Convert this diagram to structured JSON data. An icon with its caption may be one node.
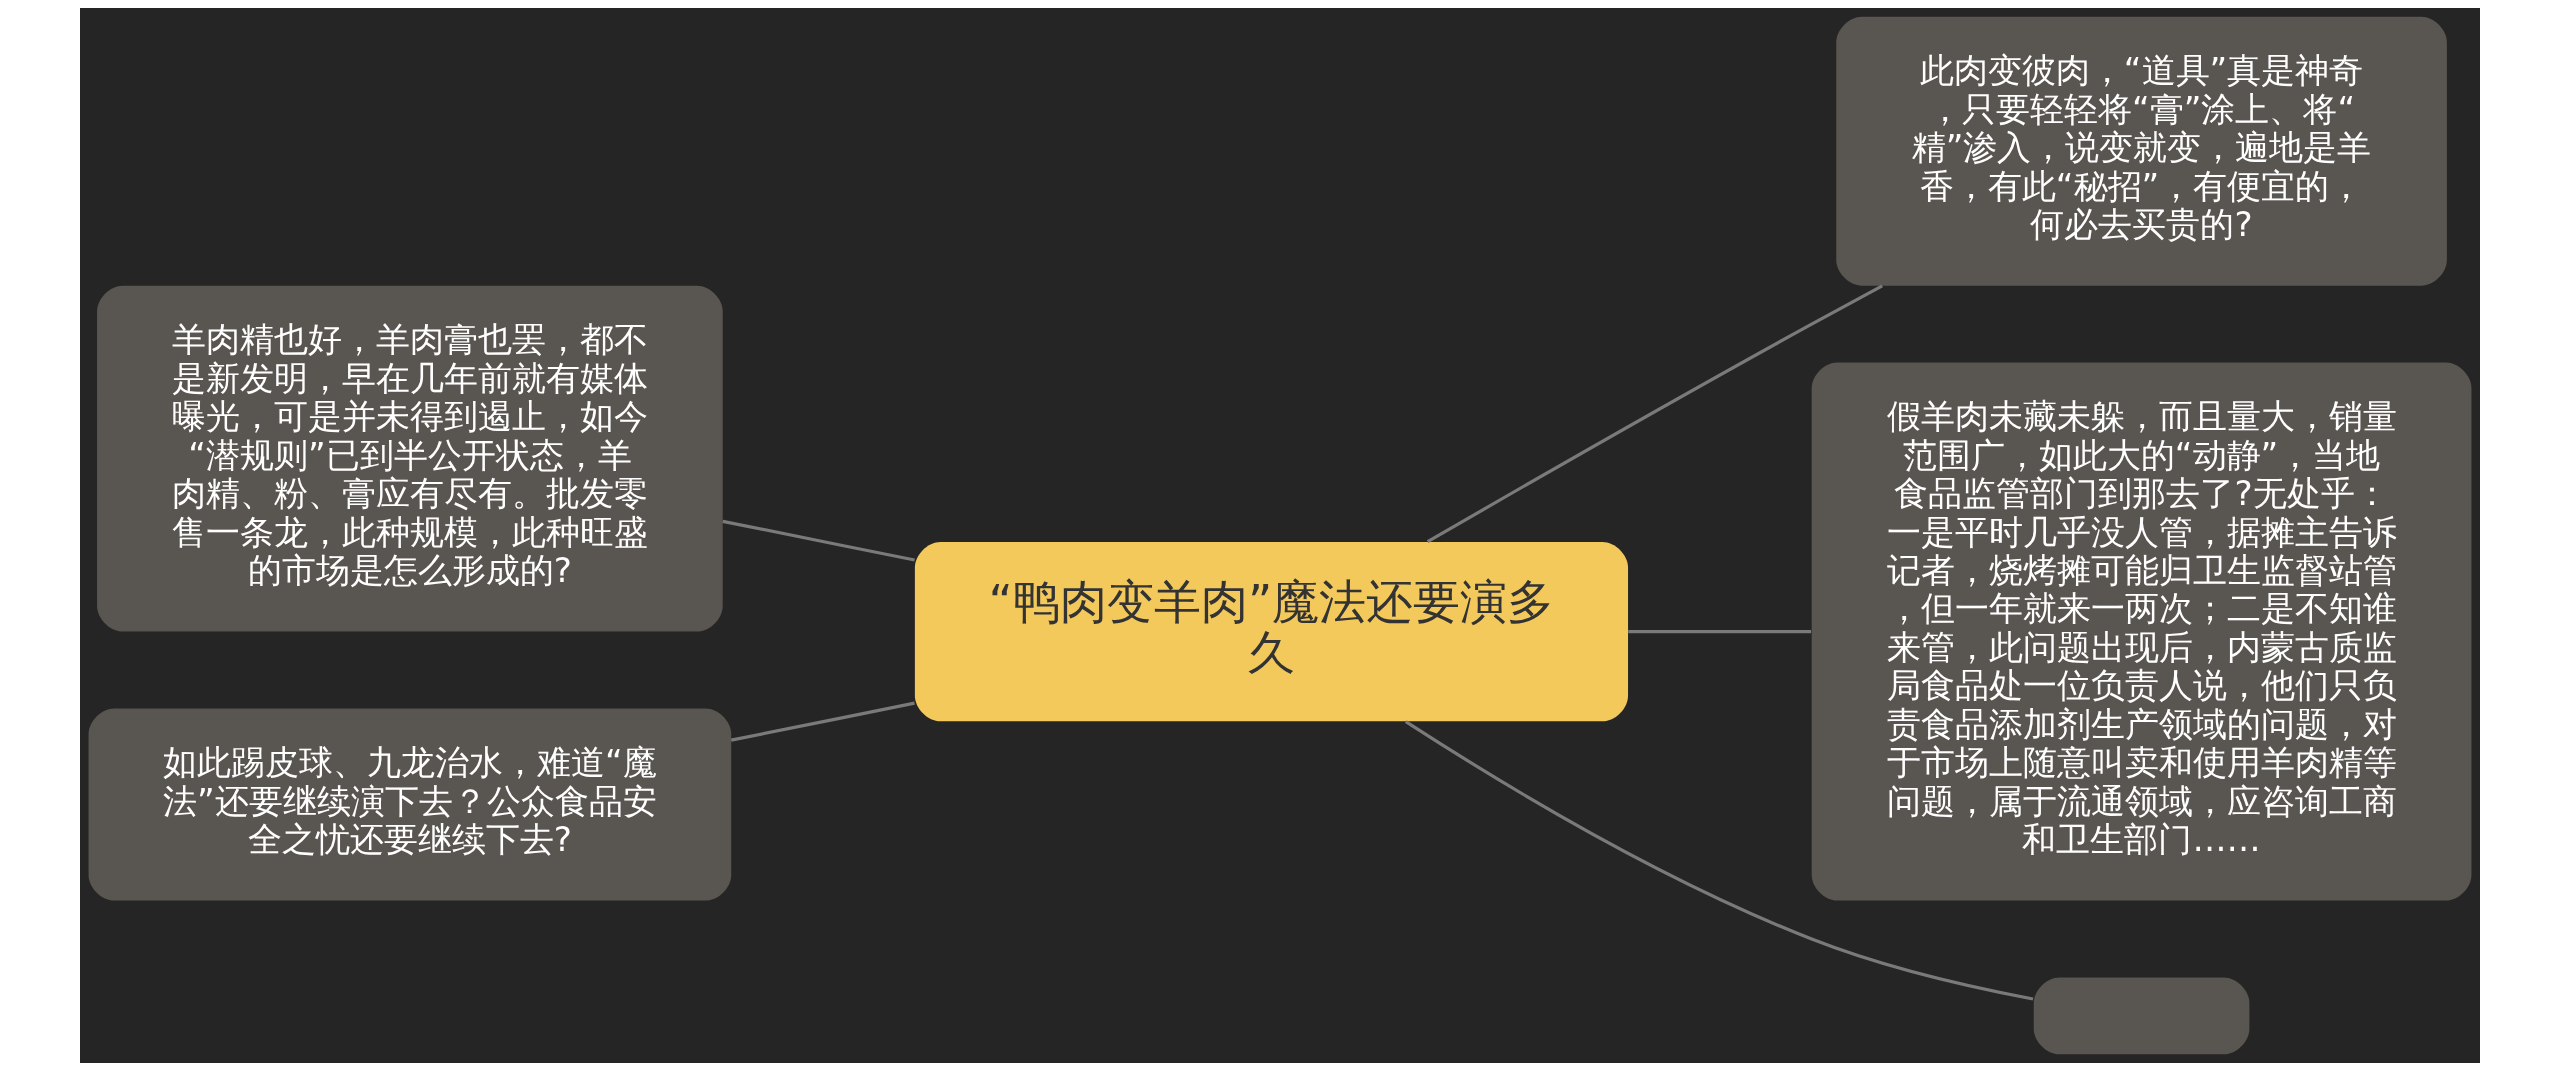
{
  "diagram": {
    "nodes": [
      {
        "text": [
          "“鸭肉变羊肉”魔法还要演多久"
        ]
      },
      {
        "text": [
          "羊肉精也好，羊肉膏也罢，都不是新发明，早在几年前就有媒体曝光，可是并未得到遏止，如今“潜规则”已到半公开状态，羊肉精、粉、膏应有尽有。批发零售一条龙，此种规模，此种旺盛的市场是怎么形成的?"
        ]
      },
      {
        "text": [
          "如此踢皮球、九龙治水，难道“魔法”还要继续演下去？公众食品安全之忧还要继续下去?"
        ]
      },
      {
        "text": [
          "此肉变彼肉，“道具”真是神奇，只要轻轻将“膏”涂上、将“精”渗入，说变就变，遍地是羊香，有此“秘招”，有便宜的，何必去买贵的?"
        ]
      },
      {
        "text": [
          "假羊肉未藏未躲，而且量大，销量范围广，如此大的“动静”，当地食品监管部门到那去了?无处乎：一是平时几乎没人管，据摊主告诉记者，烧烤摊可能归卫生监督站管，但一年就来一两次；二是不知谁来管，此问题出现后，内蒙古质监局食品处一位负责人说，他们只负责食品添加剂生产领域的问题，对于市场上随意叫卖和使用羊肉精等问题，属于流通领域，应咨询工商和卫生部门……"
        ]
      },
      {
        "text": [],
        "shape": "box"
      }
    ],
    "edges": [
      {
        "from": 1,
        "to": 0,
        "arrow": "none"
      },
      {
        "from": 2,
        "to": 0,
        "arrow": "none"
      },
      {
        "from": 0,
        "to": 3,
        "arrow": "none"
      },
      {
        "from": 0,
        "to": 4,
        "arrow": "none"
      },
      {
        "from": 0,
        "to": 5,
        "arrow": "none"
      }
    ]
  }
}
